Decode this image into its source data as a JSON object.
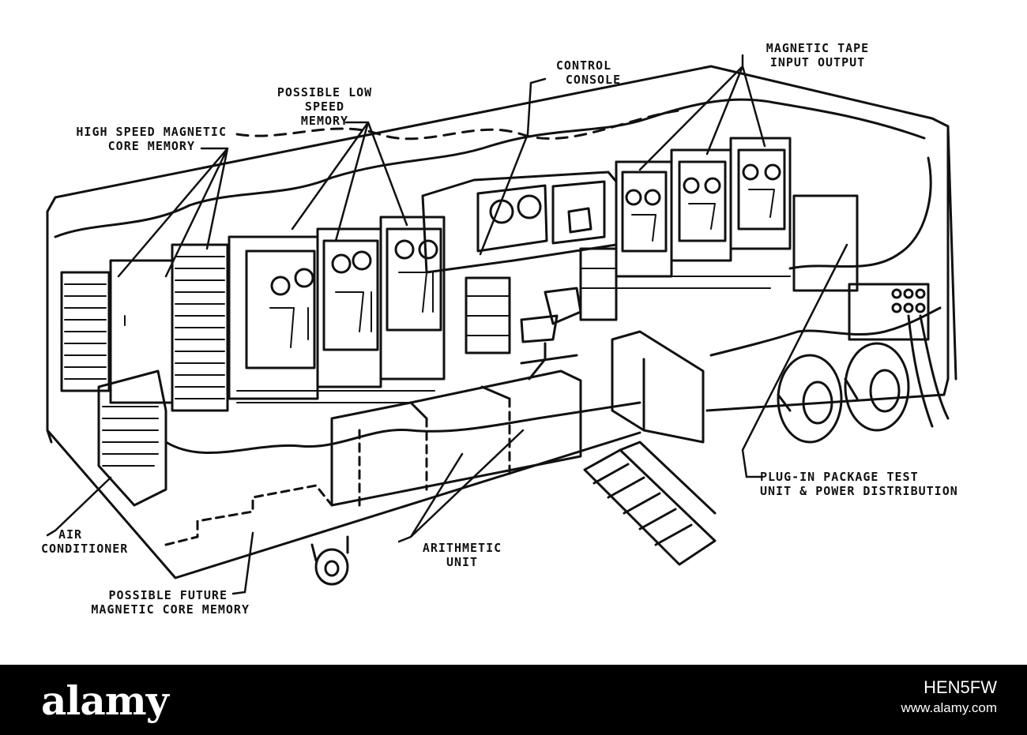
{
  "labels": {
    "high_speed_1": "HIGH SPEED MAGNETIC",
    "high_speed_2": "CORE MEMORY",
    "low_speed_1": "POSSIBLE LOW",
    "low_speed_2": "SPEED",
    "low_speed_3": "MEMORY",
    "console_1": "CONTROL",
    "console_2": "CONSOLE",
    "tape_1": "MAGNETIC TAPE",
    "tape_2": "INPUT OUTPUT",
    "plugin_1": "PLUG-IN PACKAGE TEST",
    "plugin_2": "UNIT & POWER DISTRIBUTION",
    "air_1": "AIR",
    "air_2": "CONDITIONER",
    "arith_1": "ARITHMETIC",
    "arith_2": "UNIT",
    "future_1": "POSSIBLE FUTURE",
    "future_2": "MAGNETIC CORE MEMORY"
  },
  "watermark": {
    "logo": "alamy",
    "image_id": "HEN5FW",
    "url": "www.alamy.com"
  },
  "colors": {
    "ink": "#111111",
    "paper": "#ffffff",
    "footer": "#000000"
  }
}
